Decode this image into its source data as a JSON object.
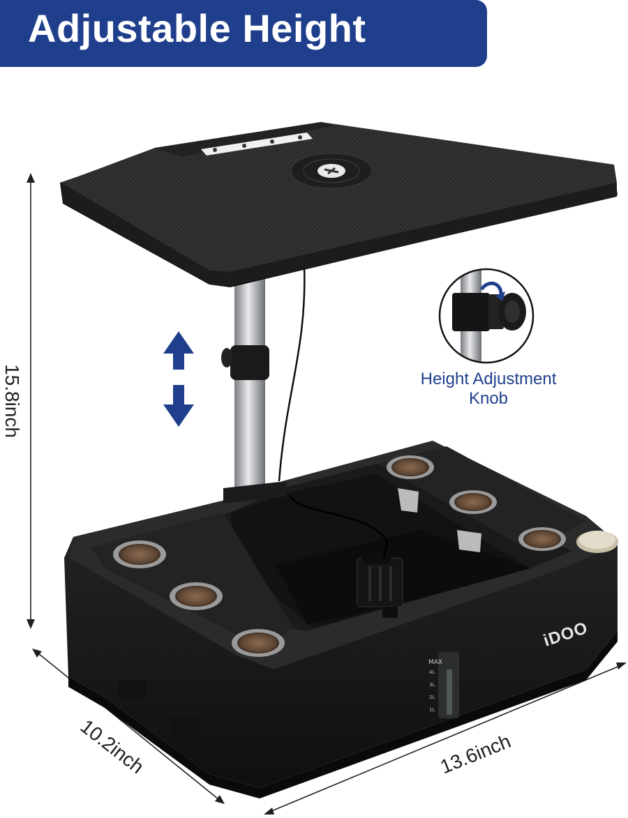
{
  "banner": {
    "title": "Adjustable Height"
  },
  "callout": {
    "line1": "Height Adjustment",
    "line2": "Knob"
  },
  "dimensions": {
    "height": "15.8inch",
    "depth": "10.2inch",
    "width": "13.6inch"
  },
  "product": {
    "brand": "iDOO"
  },
  "gauge": {
    "max_label": "MAX",
    "ticks": [
      "4L",
      "3L",
      "2L",
      "1L"
    ]
  },
  "colors": {
    "banner": "#1f3e8c",
    "arrow": "#1f3e8c",
    "device": "#1c1c1c"
  }
}
